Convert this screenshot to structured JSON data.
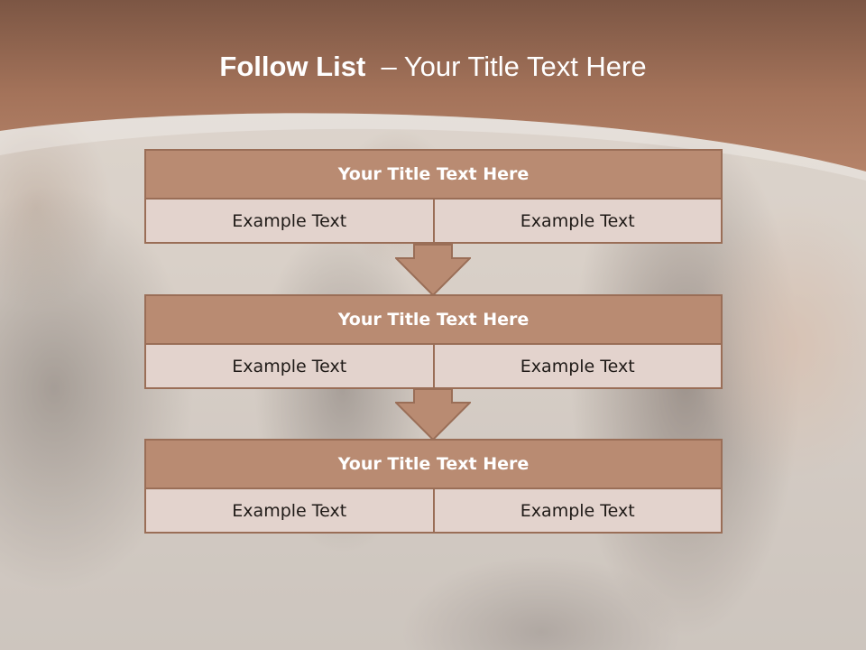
{
  "header": {
    "title_bold": "Follow List",
    "title_rest": "– Your Title Text Here"
  },
  "steps": [
    {
      "title": "Your Title Text Here",
      "left": "Example Text",
      "right": "Example Text"
    },
    {
      "title": "Your Title Text Here",
      "left": "Example Text",
      "right": "Example Text"
    },
    {
      "title": "Your Title Text Here",
      "left": "Example Text",
      "right": "Example Text"
    }
  ],
  "colors": {
    "header_brown": "#9e6f55",
    "box_title": "#b98b72",
    "box_body": "#e3d3cd",
    "border": "#9a6e57"
  },
  "icons": [
    "down-arrow-icon"
  ]
}
